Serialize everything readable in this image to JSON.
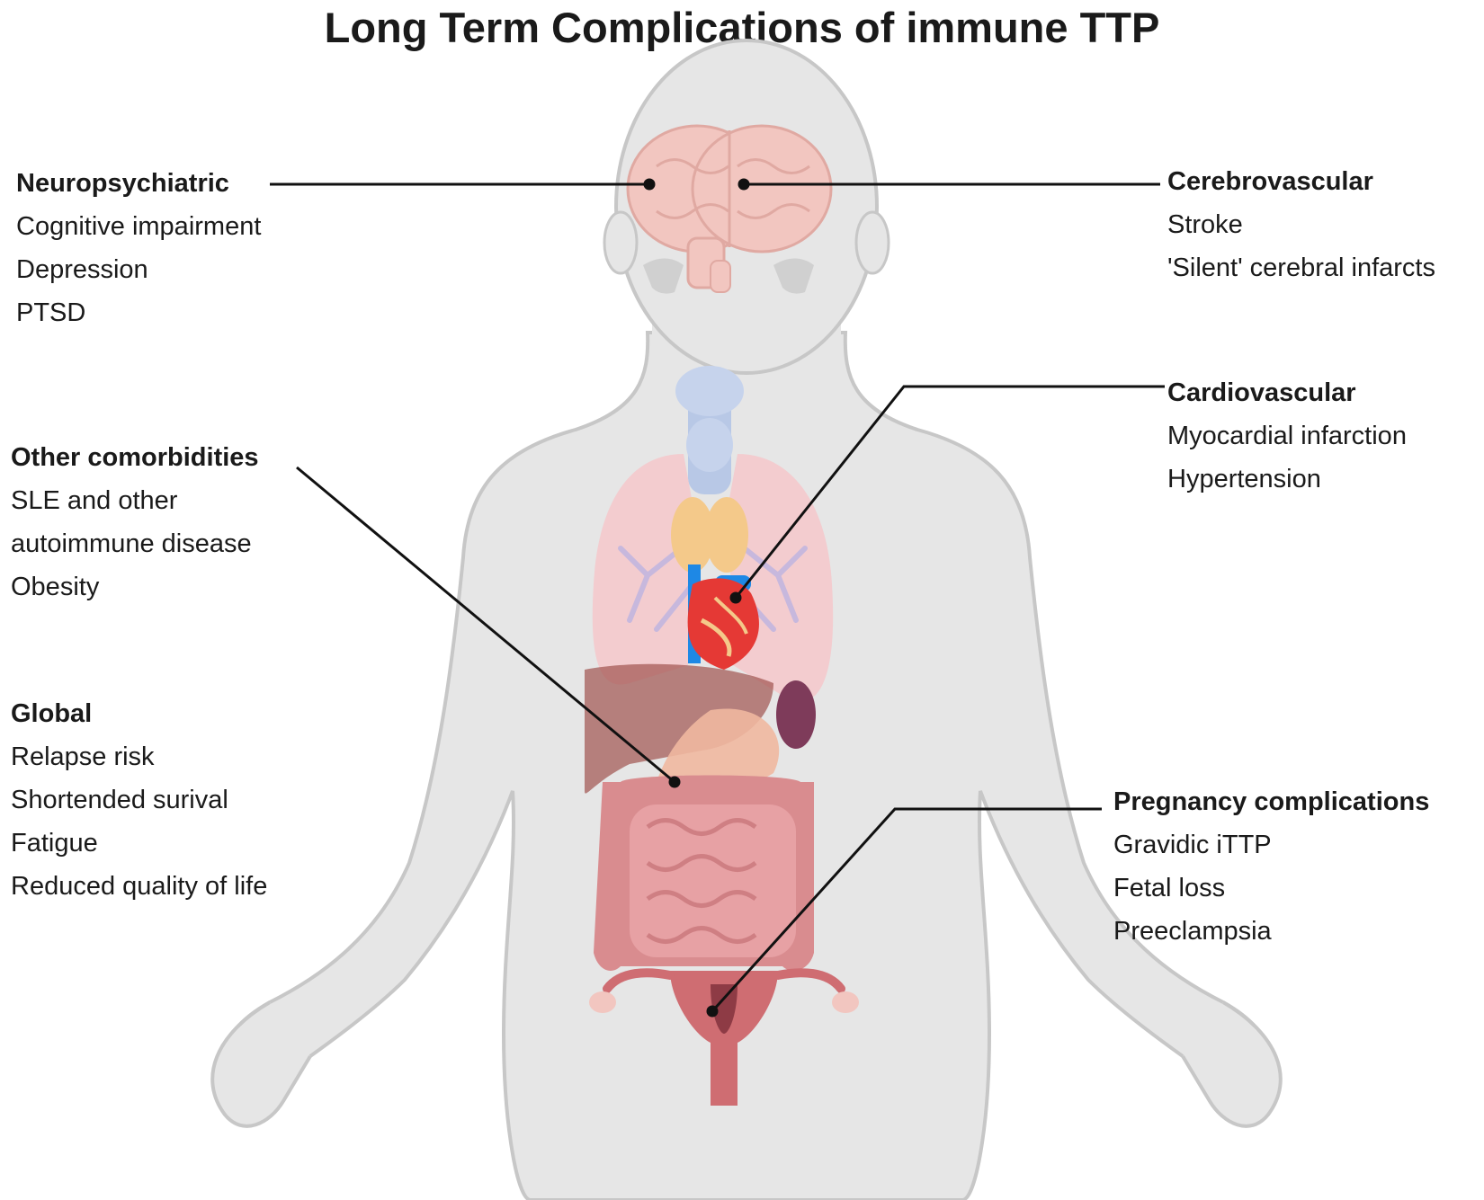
{
  "title": "Long Term Complications of immune TTP",
  "colors": {
    "body_fill": "#e6e6e6",
    "body_outline": "#c7c7c7",
    "leader_line": "#111111",
    "brain": "#f2c6c0",
    "lungs": "#f4c9cc",
    "thyroid": "#f4c98a",
    "trachea": "#b8c8e6",
    "heart_red": "#e53935",
    "heart_blue": "#1e88e5",
    "liver": "#a0524f",
    "stomach": "#f0b8a0",
    "spleen": "#7e3b5a",
    "intestine": "#e7a1a4",
    "colon": "#d98c8f",
    "uterus": "#cf6d72"
  },
  "groups": {
    "neuropsychiatric": {
      "heading": "Neuropsychiatric",
      "items": [
        "Cognitive impairment",
        "Depression",
        "PTSD"
      ]
    },
    "cerebrovascular": {
      "heading": "Cerebrovascular",
      "items": [
        "Stroke",
        "'Silent' cerebral infarcts"
      ]
    },
    "cardiovascular": {
      "heading": "Cardiovascular",
      "items": [
        "Myocardial infarction",
        "Hypertension"
      ]
    },
    "other_comorbidities": {
      "heading": "Other comorbidities",
      "items": [
        "SLE and other",
        "autoimmune disease",
        "Obesity"
      ]
    },
    "global": {
      "heading": "Global",
      "items": [
        "Relapse risk",
        "Shortended surival",
        "Fatigue",
        "Reduced quality of life"
      ]
    },
    "pregnancy": {
      "heading": "Pregnancy complications",
      "items": [
        "Gravidic iTTP",
        "Fetal loss",
        "Preeclampsia"
      ]
    }
  }
}
